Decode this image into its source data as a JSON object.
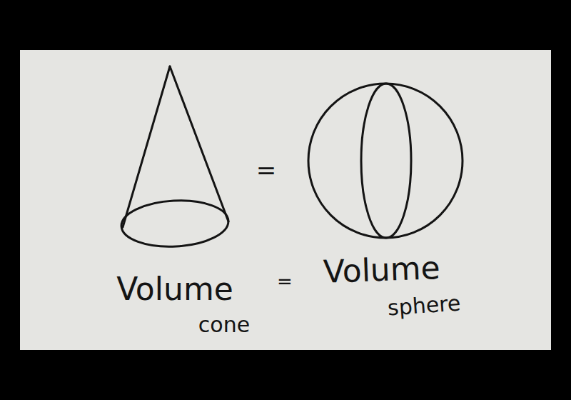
{
  "diagram": {
    "labels": [
      "=",
      "Volume",
      "cone",
      "=",
      "Volume",
      "sphere"
    ]
  }
}
